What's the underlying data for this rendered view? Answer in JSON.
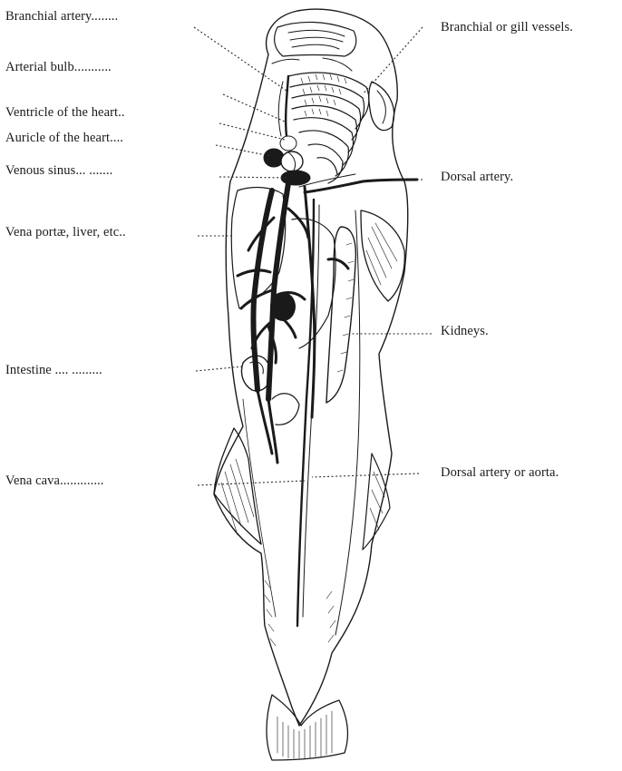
{
  "figure": {
    "labels_left": [
      {
        "id": "branchial-artery",
        "text": "Branchial artery........"
      },
      {
        "id": "arterial-bulb",
        "text": "Arterial bulb..........."
      },
      {
        "id": "ventricle",
        "text": "Ventricle of the heart.."
      },
      {
        "id": "auricle",
        "text": "Auricle of the heart...."
      },
      {
        "id": "venous-sinus",
        "text": "Venous sinus... ......."
      },
      {
        "id": "vena-portae",
        "text": "Vena portæ, liver, etc.."
      },
      {
        "id": "intestine",
        "text": "Intestine .... ........."
      },
      {
        "id": "vena-cava",
        "text": "Vena cava............."
      }
    ],
    "labels_right": [
      {
        "id": "branchial-vessels",
        "text": "Branchial or gill vessels."
      },
      {
        "id": "dorsal-artery",
        "text": "Dorsal artery."
      },
      {
        "id": "kidneys",
        "text": "Kidneys."
      },
      {
        "id": "aorta",
        "text": "Dorsal artery or aorta."
      }
    ]
  }
}
